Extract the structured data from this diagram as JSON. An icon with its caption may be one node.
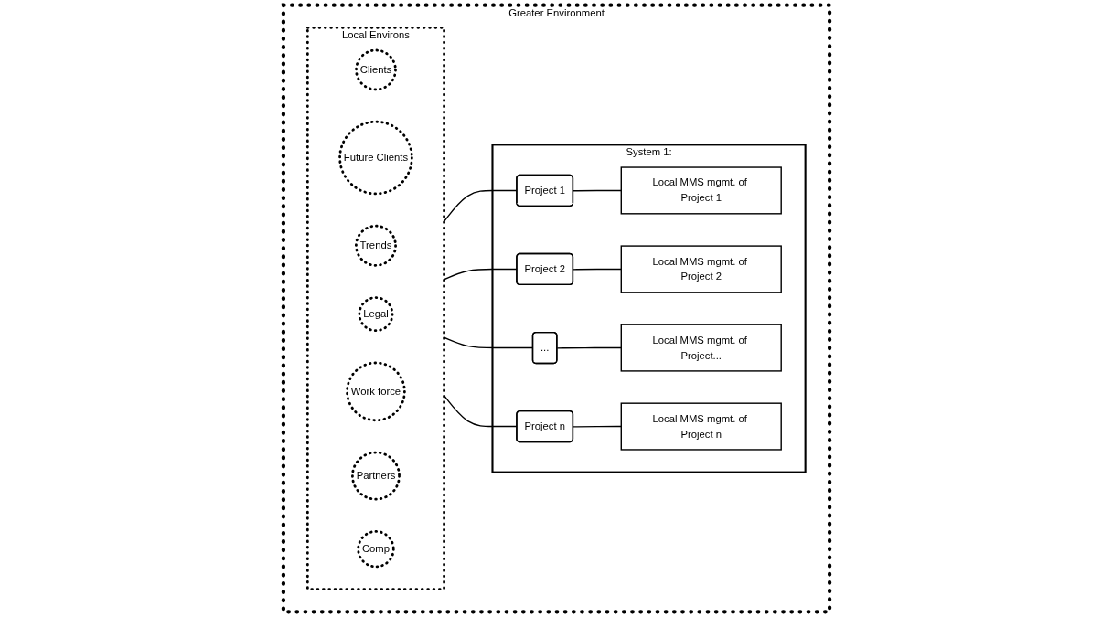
{
  "diagram": {
    "nodes": [
      {
        "text": [
          "Greater Environment"
        ]
      },
      {
        "text": [
          "Local Environs"
        ],
        "in": 0
      },
      {
        "text": [
          "Clients"
        ],
        "in": 1
      },
      {
        "text": [
          "Future Clients"
        ],
        "in": 1
      },
      {
        "text": [
          "Trends"
        ],
        "in": 1
      },
      {
        "text": [
          "Legal"
        ],
        "in": 1
      },
      {
        "text": [
          "Work force"
        ],
        "in": 1
      },
      {
        "text": [
          "Partners"
        ],
        "in": 1
      },
      {
        "text": [
          "Comp"
        ],
        "in": 1
      },
      {
        "text": [
          "System 1:"
        ],
        "in": 0
      },
      {
        "text": [
          "Project 1"
        ],
        "in": 9
      },
      {
        "text": [
          "Local MMS mgmt. of Project 1"
        ],
        "in": 9
      },
      {
        "text": [
          "Project 2"
        ],
        "in": 9
      },
      {
        "text": [
          "Local MMS mgmt. of Project 2"
        ],
        "in": 9
      },
      {
        "text": [
          "..."
        ],
        "in": 9
      },
      {
        "text": [
          "Local MMS mgmt. of Project..."
        ],
        "in": 9
      },
      {
        "text": [
          "Project n"
        ],
        "in": 9
      },
      {
        "text": [
          "Local MMS mgmt. of Project n"
        ],
        "in": 9
      }
    ],
    "edges": [
      {
        "from": 1,
        "to": 10,
        "arrow": "none"
      },
      {
        "from": 1,
        "to": 12,
        "arrow": "none"
      },
      {
        "from": 1,
        "to": 14,
        "arrow": "none"
      },
      {
        "from": 1,
        "to": 16,
        "arrow": "none"
      },
      {
        "from": 10,
        "to": 11,
        "arrow": "none"
      },
      {
        "from": 12,
        "to": 13,
        "arrow": "none"
      },
      {
        "from": 14,
        "to": 15,
        "arrow": "none"
      },
      {
        "from": 16,
        "to": 17,
        "arrow": "none"
      }
    ]
  }
}
